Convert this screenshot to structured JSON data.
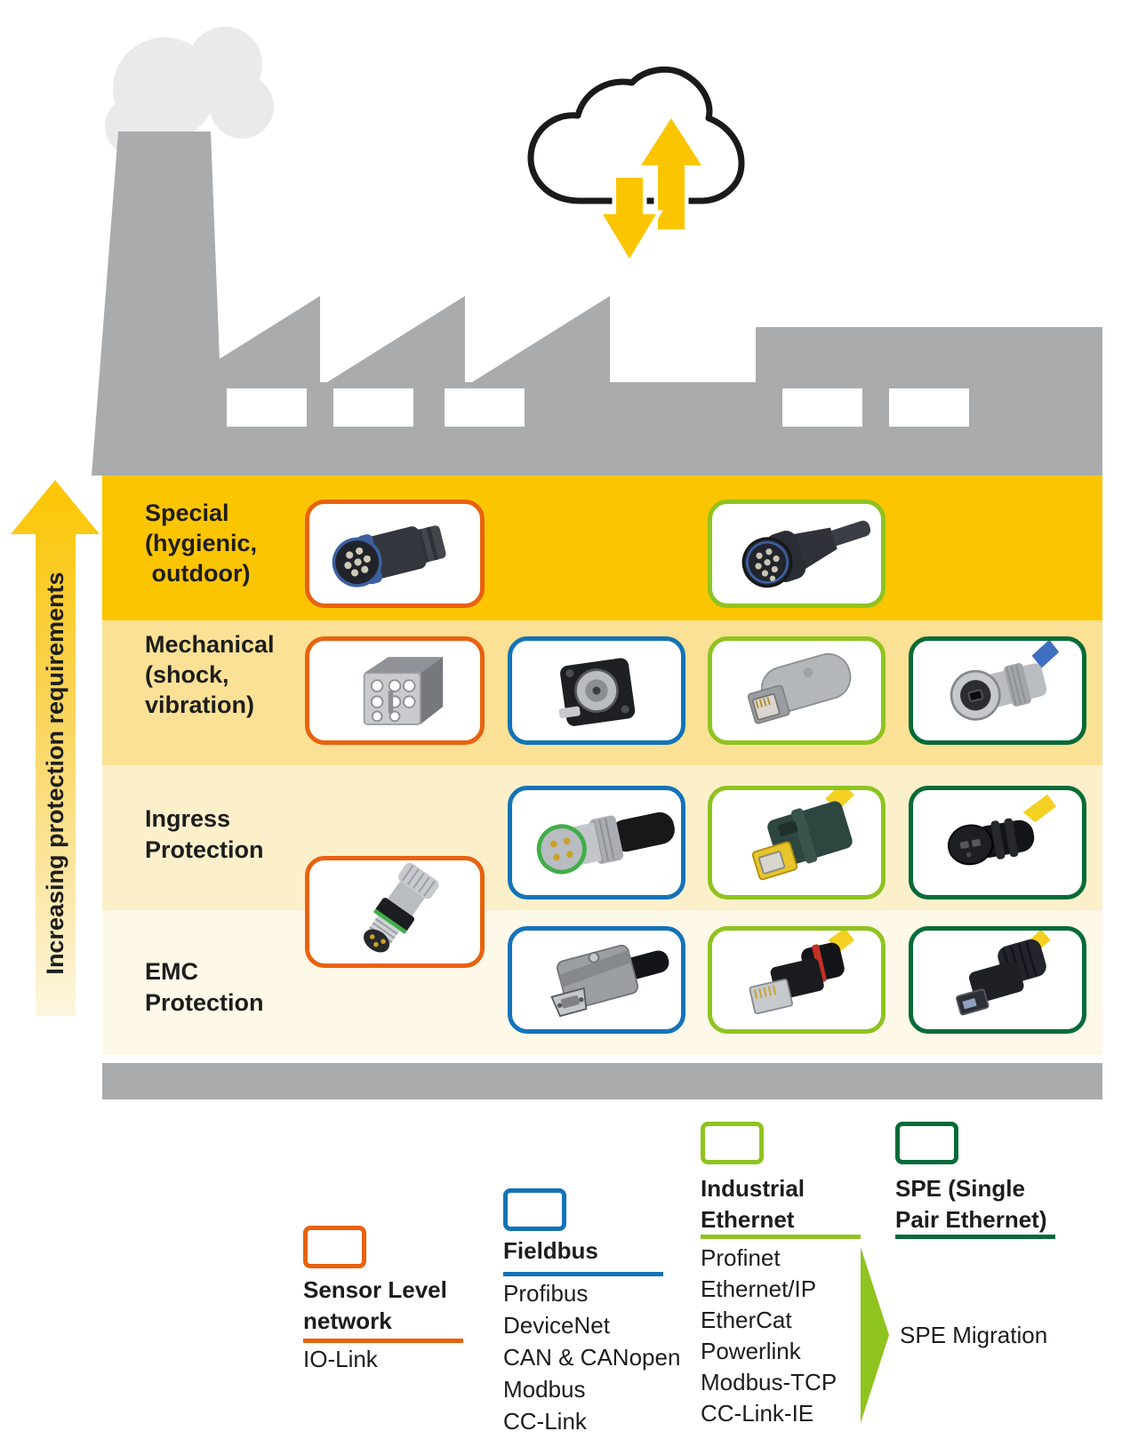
{
  "diagram": {
    "axis_label": "Increasing protection requirements",
    "rows": [
      {
        "label": "Special\n(hygienic,\n outdoor)",
        "networks": [
          "sensor_level_network",
          "industrial_ethernet"
        ]
      },
      {
        "label": "Mechanical\n(shock,\nvibration)",
        "networks": [
          "sensor_level_network",
          "fieldbus",
          "industrial_ethernet",
          "spe"
        ]
      },
      {
        "label": "Ingress\nProtection",
        "networks": [
          "sensor_level_network",
          "fieldbus",
          "industrial_ethernet",
          "spe"
        ]
      },
      {
        "label": "EMC\nProtection",
        "networks": [
          "sensor_level_network",
          "fieldbus",
          "industrial_ethernet",
          "spe"
        ]
      }
    ],
    "icons": [
      "factory-icon",
      "smoke-icon",
      "cloud-data-exchange-icon",
      "upload-arrow-icon",
      "download-arrow-icon"
    ]
  },
  "legend": {
    "sensor": {
      "title": "Sensor Level\nnetwork",
      "items": [
        "IO-Link"
      ]
    },
    "fieldbus": {
      "title": "Fieldbus",
      "items": [
        "Profibus",
        "DeviceNet",
        "CAN & CANopen",
        "Modbus",
        "CC-Link"
      ]
    },
    "industrial_ethernet": {
      "title": "Industrial\nEthernet",
      "items": [
        "Profinet",
        "Ethernet/IP",
        "EtherCat",
        "Powerlink",
        "Modbus-TCP",
        "CC-Link-IE"
      ]
    },
    "spe": {
      "title": "SPE (Single\nPair Ethernet)",
      "items": []
    },
    "migration_label": "SPE Migration"
  },
  "colors": {
    "sensor_level_network": "#E8620D",
    "fieldbus": "#1473B8",
    "industrial_ethernet": "#8FC31F",
    "spe": "#066B38",
    "band_special": "#FCC502",
    "band_mechanical": "#FAE195",
    "band_ingress": "#FCF0CB",
    "band_emc": "#FEF8E8",
    "factory_gray": "#A9ABAD",
    "smoke_gray": "#EAEAEA",
    "arrow_yellow": "#FCC502",
    "text": "#1D1D1B"
  }
}
